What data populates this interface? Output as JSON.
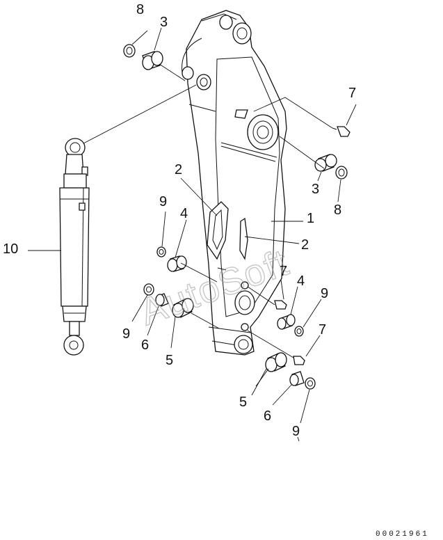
{
  "callouts": {
    "c8a": "8",
    "c3a": "3",
    "c7a": "7",
    "c2a": "2",
    "c9a": "9",
    "c4a": "4",
    "c1": "1",
    "c2b": "2",
    "c10": "10",
    "c3b": "3",
    "c8b": "8",
    "c7b": "7",
    "c4b": "4",
    "c9b": "9",
    "c9c": "9",
    "c6a": "6",
    "c5a": "5",
    "c7c": "7",
    "c5b": "5",
    "c6b": "6",
    "c9d": "9"
  },
  "watermark": "AutoSoft",
  "reference_number": "00021961"
}
